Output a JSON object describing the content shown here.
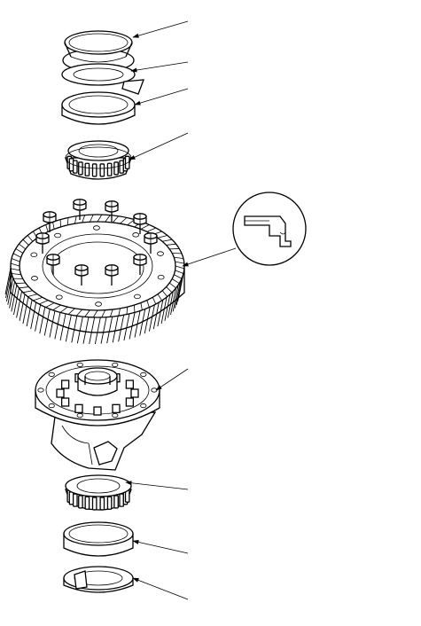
{
  "diagram": {
    "type": "exploded-parts-view",
    "line_color": "#000000",
    "background": "#ffffff",
    "parts": [
      {
        "id": "outer-race-top",
        "icon": "bearing-race-icon"
      },
      {
        "id": "shim",
        "icon": "shim-icon"
      },
      {
        "id": "spacer-ring",
        "icon": "ring-icon"
      },
      {
        "id": "taper-bearing-top",
        "icon": "taper-roller-bearing-icon"
      },
      {
        "id": "ring-gear-bolts",
        "icon": "bolt-icon",
        "count": 10
      },
      {
        "id": "ring-gear",
        "icon": "helical-gear-icon"
      },
      {
        "id": "bolt-detail",
        "icon": "magnifier-detail-icon"
      },
      {
        "id": "differential-carrier",
        "icon": "differential-case-icon"
      },
      {
        "id": "taper-bearing-bottom",
        "icon": "taper-roller-bearing-icon"
      },
      {
        "id": "outer-race-bottom",
        "icon": "bearing-race-icon"
      },
      {
        "id": "bottom-shim",
        "icon": "shim-icon"
      }
    ]
  }
}
